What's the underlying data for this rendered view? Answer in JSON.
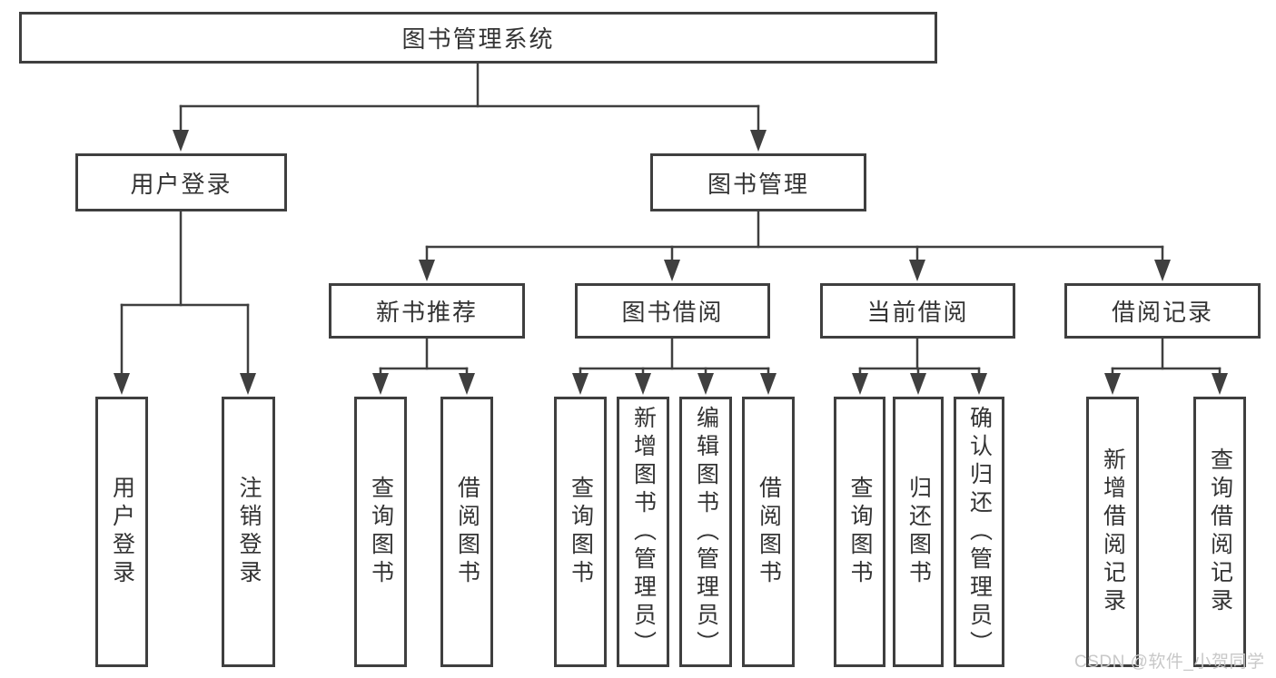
{
  "watermark": "CSDN @软件_小贺同学",
  "colors": {
    "box_border": "#3f3f3f",
    "connector": "#3f3f3f",
    "text": "#333333",
    "watermark": "#c8c8c8",
    "background": "#ffffff"
  },
  "tree": {
    "label": "图书管理系统",
    "children": [
      {
        "label": "用户登录",
        "children": [
          {
            "label": "用户登录"
          },
          {
            "label": "注销登录"
          }
        ]
      },
      {
        "label": "图书管理",
        "children": [
          {
            "label": "新书推荐",
            "children": [
              {
                "label": "查询图书"
              },
              {
                "label": "借阅图书"
              }
            ]
          },
          {
            "label": "图书借阅",
            "children": [
              {
                "label": "查询图书"
              },
              {
                "label": "新增图书（管理员）"
              },
              {
                "label": "编辑图书（管理员）"
              },
              {
                "label": "借阅图书"
              }
            ]
          },
          {
            "label": "当前借阅",
            "children": [
              {
                "label": "查询图书"
              },
              {
                "label": "归还图书"
              },
              {
                "label": "确认归还（管理员）"
              }
            ]
          },
          {
            "label": "借阅记录",
            "children": [
              {
                "label": "新增借阅记录"
              },
              {
                "label": "查询借阅记录"
              }
            ]
          }
        ]
      }
    ]
  }
}
